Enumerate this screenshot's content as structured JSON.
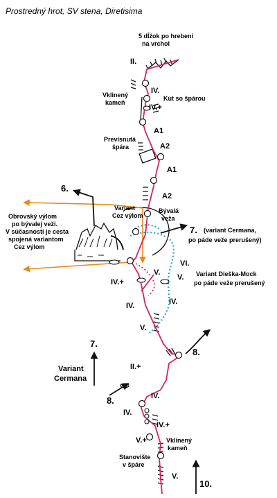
{
  "title": "Prostredný hrot, SV stena, Diretisima",
  "top_note_line1": "5 dĺžok po hrebeni",
  "top_note_line2": "na vrchol",
  "labels": {
    "vklineny_top_1": "Vklinený",
    "vklineny_top_2": "kameň",
    "kut_so_sparou": "Kút so špárou",
    "previsnuta_1": "Previsnutá",
    "previsnuta_2": "špára",
    "variant_cez_vylom_1": "Variant",
    "variant_cez_vylom_2": "Cez výlom",
    "byvala_veza_1": "Bývalá",
    "byvala_veza_2": "veža",
    "obrovsky_1": "Obrovský výlom",
    "obrovsky_2": "po bývalej veži.",
    "obrovsky_3": "V súčasnosti je cesta",
    "obrovsky_4": "spojená variantom",
    "obrovsky_5": "Cez výlom",
    "cermana_top_1": "(variant Cermana,",
    "cermana_top_2": "po páde veže prerušený)",
    "dieska_1": "Variant Dieška-Mock",
    "dieska_2": "po páde veže prerušený",
    "variant_cermana_1": "Variant",
    "variant_cermana_2": "Cermana",
    "vklineny_bot_1": "Vklinený",
    "vklineny_bot_2": "kameň",
    "stanoviste_1": "Stanovište",
    "stanoviste_2": "v špáre"
  },
  "grades": {
    "g_II_top": "II.",
    "g_IV_1": "IV.",
    "g_IVplus_1": "IV.+",
    "g_A1_1": "A1",
    "g_A2_1": "A2",
    "g_A1_2": "A1",
    "g_A2_2": "A2",
    "g_VI": "VI.",
    "g_V_right": "V.",
    "g_IVplus_2": "IV.+",
    "g_V_mid": "V.",
    "g_IV_left": "IV.",
    "g_IV_right": "IV.",
    "g_V_low": "V.",
    "g_IIplus": "II.+",
    "g_IV_3": "IV.",
    "g_IV_4": "IV.",
    "g_IVplus_3": "IV.+",
    "g_Vplus": "V.+",
    "g_V_bottom": "V."
  },
  "numbers": {
    "n6": "6.",
    "n7_top": "7.",
    "n7_left": "7.",
    "n8_right": "8.",
    "n8_left": "8.",
    "n10": "10."
  },
  "colors": {
    "route": "#d6245e",
    "orange": "#e8891a",
    "blue": "#2aa0d8",
    "rock": "#222222"
  }
}
